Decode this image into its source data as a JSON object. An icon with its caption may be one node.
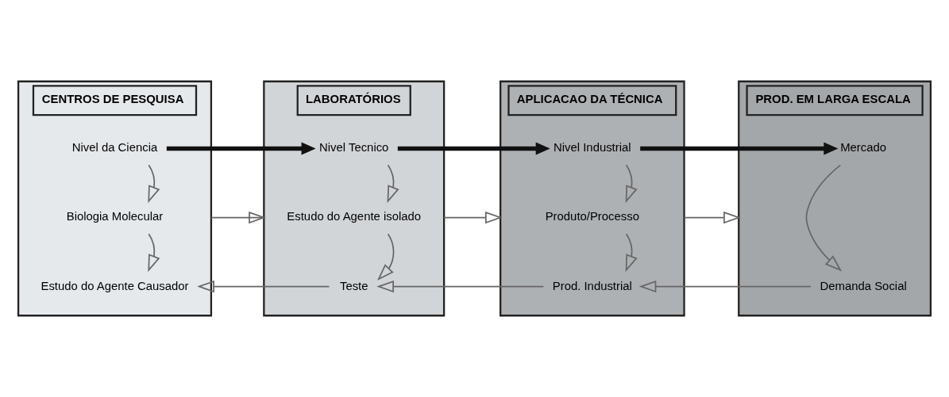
{
  "diagram": {
    "nodes": [
      {
        "text": [
          "CENTROS DE PESQUISA"
        ]
      },
      {
        "text": [
          "Nivel da Ciencia"
        ],
        "in": 0
      },
      {
        "text": [
          "Biologia Molecular"
        ],
        "in": 0
      },
      {
        "text": [
          "Estudo do Agente Causador"
        ],
        "in": 0
      },
      {
        "text": [
          "LABORATÓRIOS"
        ]
      },
      {
        "text": [
          "Nivel Tecnico"
        ],
        "in": 4
      },
      {
        "text": [
          "Estudo do Agente isolado"
        ],
        "in": 4
      },
      {
        "text": [
          "Teste"
        ],
        "in": 4
      },
      {
        "text": [
          "APLICACAO DA TÉCNICA"
        ]
      },
      {
        "text": [
          "Nivel Industrial"
        ],
        "in": 8
      },
      {
        "text": [
          "Produto/Processo"
        ],
        "in": 8
      },
      {
        "text": [
          "Prod. Industrial"
        ],
        "in": 8
      },
      {
        "text": [
          "PROD. EM LARGA ESCALA"
        ]
      },
      {
        "text": [
          "Mercado"
        ],
        "in": 12
      },
      {
        "text": [
          "Demanda Social"
        ],
        "in": 12
      }
    ],
    "edges": [
      {
        "from": 1,
        "to": 5,
        "arrow": "to",
        "style": "thick"
      },
      {
        "from": 5,
        "to": 9,
        "arrow": "to",
        "style": "thick"
      },
      {
        "from": 9,
        "to": 13,
        "arrow": "to",
        "style": "thick"
      },
      {
        "from": 1,
        "to": 2,
        "arrow": "to"
      },
      {
        "from": 2,
        "to": 3,
        "arrow": "to"
      },
      {
        "from": 5,
        "to": 6,
        "arrow": "to"
      },
      {
        "from": 6,
        "to": 7,
        "arrow": "to"
      },
      {
        "from": 9,
        "to": 10,
        "arrow": "to"
      },
      {
        "from": 10,
        "to": 11,
        "arrow": "to"
      },
      {
        "from": 13,
        "to": 14,
        "arrow": "to"
      },
      {
        "from": 0,
        "to": 4,
        "arrow": "to"
      },
      {
        "from": 4,
        "to": 8,
        "arrow": "to"
      },
      {
        "from": 8,
        "to": 12,
        "arrow": "to"
      },
      {
        "from": 14,
        "to": 11,
        "arrow": "to"
      },
      {
        "from": 11,
        "to": 7,
        "arrow": "to"
      },
      {
        "from": 7,
        "to": 3,
        "arrow": "to"
      }
    ]
  }
}
